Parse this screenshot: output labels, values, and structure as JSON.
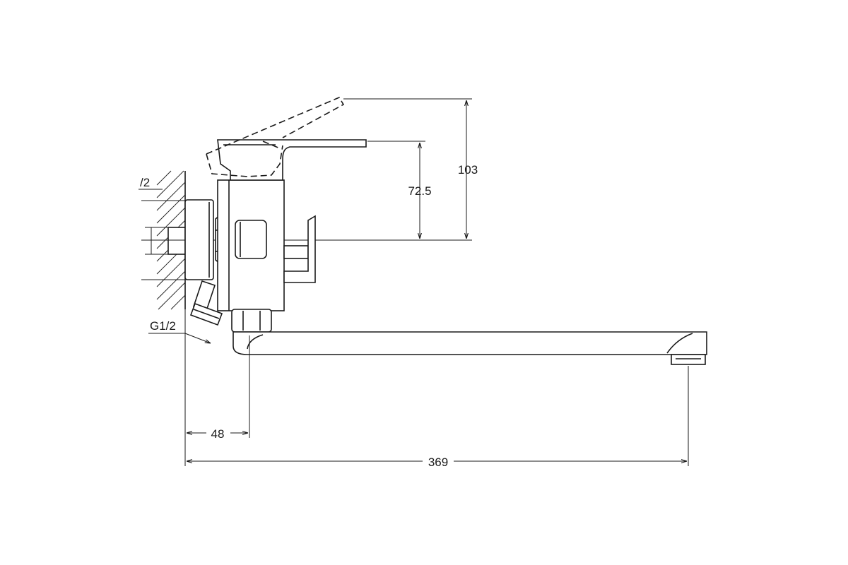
{
  "dimensions": {
    "height_total": "103",
    "height_handle": "72.5",
    "spout_offset": "48",
    "spout_length": "369",
    "thread_inlet": "G1/2",
    "thread_wall_partial": "/2"
  },
  "colors": {
    "line": "#1a1a1a",
    "background": "#ffffff"
  }
}
